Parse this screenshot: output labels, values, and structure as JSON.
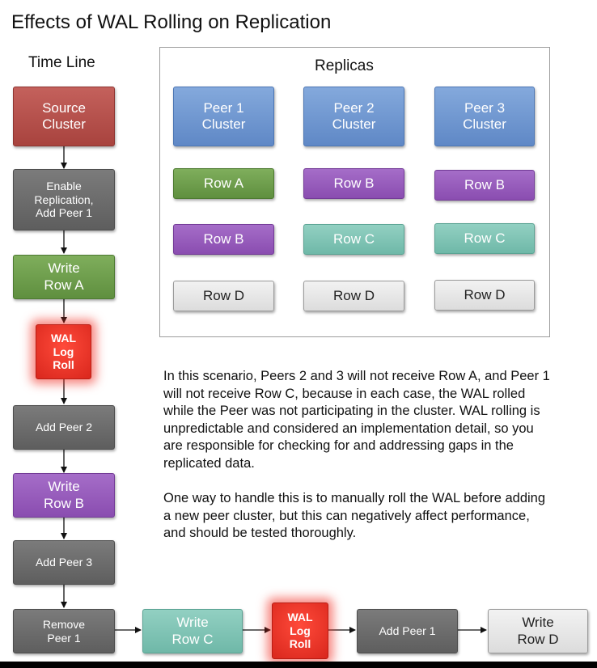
{
  "title": "Effects of WAL Rolling on Replication",
  "timeline_label": "Time Line",
  "replicas_label": "Replicas",
  "timeline": {
    "source_cluster": "Source\nCluster",
    "enable_replication": "Enable\nReplication,\nAdd Peer 1",
    "write_row_a": "Write\nRow A",
    "wal_log_roll_1": "WAL\nLog\nRoll",
    "add_peer_2": "Add Peer 2",
    "write_row_b": "Write\nRow B",
    "add_peer_3": "Add Peer 3",
    "remove_peer_1": "Remove\nPeer 1",
    "write_row_c": "Write\nRow C",
    "wal_log_roll_2": "WAL\nLog\nRoll",
    "add_peer_1": "Add Peer 1",
    "write_row_d": "Write\nRow D"
  },
  "peers": [
    {
      "name": "Peer 1\nCluster",
      "rows": [
        "Row A",
        "Row B",
        "Row D"
      ]
    },
    {
      "name": "Peer 2\nCluster",
      "rows": [
        "Row B",
        "Row C",
        "Row D"
      ]
    },
    {
      "name": "Peer 3\nCluster",
      "rows": [
        "Row B",
        "Row C",
        "Row D"
      ]
    }
  ],
  "description": {
    "paragraph_1": "In this scenario, Peers 2 and 3 will not receive Row A, and Peer 1 will not receive Row C, because in each case, the WAL rolled while the Peer was not participating in the cluster. WAL rolling is unpredictable and considered an implementation detail, so you are responsible for checking for and addressing gaps in the replicated data.",
    "paragraph_2": "One way to handle this is to manually roll the WAL before adding a new peer cluster, but this can negatively affect performance, and should be tested thoroughly."
  },
  "colors": {
    "source": "#b54f4a",
    "gray_step": "#6b6b6b",
    "row_a": "#6f9f4c",
    "row_b": "#9a5cbf",
    "row_c": "#80c4b5",
    "row_d": "#e8e8e8",
    "peer": "#6f97d1",
    "wal_roll": "#e8352a"
  }
}
